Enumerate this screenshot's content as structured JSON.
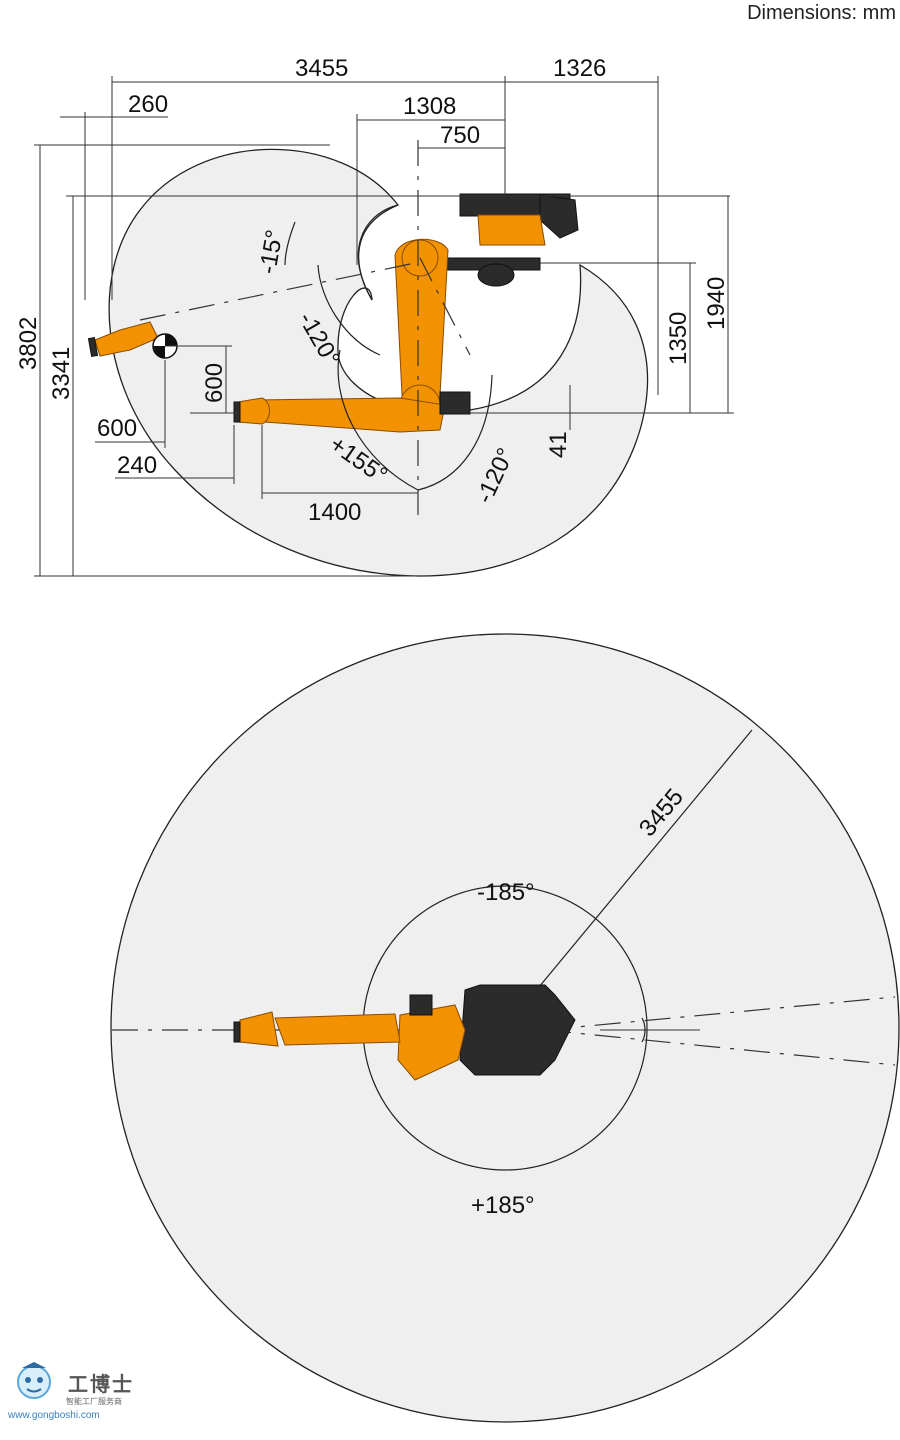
{
  "units_label": "Dimensions: mm",
  "side_view": {
    "dims": {
      "reach_total": "3455",
      "rear_reach": "1326",
      "flange_offset": "260",
      "axis1_to_j2": "1308",
      "j2_offset": "750",
      "height_total": "3802",
      "height_reach": "3341",
      "tcp_height": "600",
      "tcp_offset": "600",
      "tool_offset": "240",
      "arm_length": "1400",
      "j3_height": "1350",
      "top_height": "1940",
      "step": "41"
    },
    "angles": {
      "a2_minus15": "-15°",
      "a3_minus120_left": "-120°",
      "a2_plus155": "+155°",
      "a3_minus120_right": "-120°"
    }
  },
  "top_view": {
    "radius_label": "3455",
    "angle_neg": "-185°",
    "angle_pos": "+185°"
  },
  "watermark": {
    "brand_cn": "工博士",
    "tagline_cn": "智能工厂服务商",
    "url": "www.gongboshi.com"
  }
}
